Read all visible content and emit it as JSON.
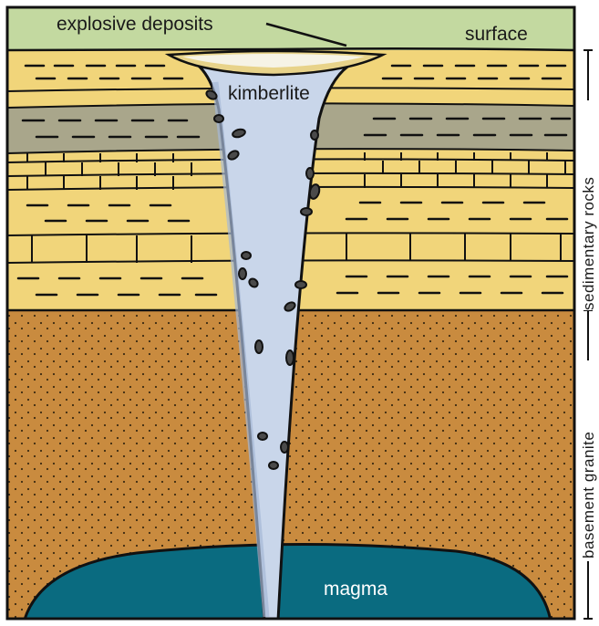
{
  "labels": {
    "explosive_deposits": "explosive deposits",
    "surface": "surface",
    "kimberlite": "kimberlite",
    "magma": "magma",
    "sedimentary_rocks": "sedimentary rocks",
    "basement_granite": "basement granite"
  },
  "colors": {
    "surface_layer": "#c3d9a0",
    "limestone": "#f1d57a",
    "shale": "#a9a68b",
    "granite": "#c98b3f",
    "granite_dots": "#3b2a12",
    "kimberlite": "#c9d6ea",
    "kimberlite_edge": "#a5b8d6",
    "magma": "#0a6b80",
    "crater": "#e8d38a",
    "outline": "#111111"
  }
}
